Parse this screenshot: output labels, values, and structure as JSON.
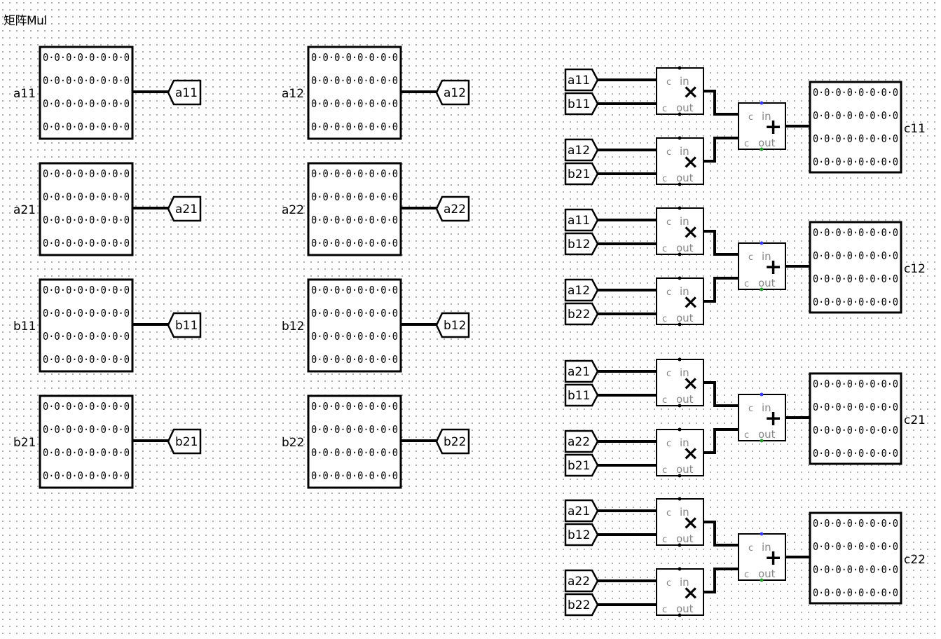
{
  "title": "矩阵Mul",
  "register_value_row": "0·0·0·0·0·0·0·0",
  "registers": [
    {
      "label": "a11",
      "tunnel": "a11"
    },
    {
      "label": "a21",
      "tunnel": "a21"
    },
    {
      "label": "b11",
      "tunnel": "b11"
    },
    {
      "label": "b21",
      "tunnel": "b21"
    },
    {
      "label": "a12",
      "tunnel": "a12"
    },
    {
      "label": "a22",
      "tunnel": "a22"
    },
    {
      "label": "b12",
      "tunnel": "b12"
    },
    {
      "label": "b22",
      "tunnel": "b22"
    }
  ],
  "product_units": [
    {
      "output": "c11",
      "terms": [
        [
          "a11",
          "b11"
        ],
        [
          "a12",
          "b21"
        ]
      ]
    },
    {
      "output": "c12",
      "terms": [
        [
          "a11",
          "b12"
        ],
        [
          "a12",
          "b22"
        ]
      ]
    },
    {
      "output": "c21",
      "terms": [
        [
          "a21",
          "b11"
        ],
        [
          "a22",
          "b21"
        ]
      ]
    },
    {
      "output": "c22",
      "terms": [
        [
          "a21",
          "b12"
        ],
        [
          "a22",
          "b22"
        ]
      ]
    }
  ],
  "component_labels": {
    "carry": "c",
    "in": "in",
    "out": "out",
    "multiply_symbol": "×",
    "add_symbol": "+"
  },
  "icons": [
    "multiplier-icon",
    "adder-icon",
    "tunnel-icon"
  ],
  "colors": {
    "wire": "#000000",
    "pin_blue": "#3b3bff",
    "pin_green": "#2e9a2e",
    "grid_dot": "#9a9a9a"
  }
}
